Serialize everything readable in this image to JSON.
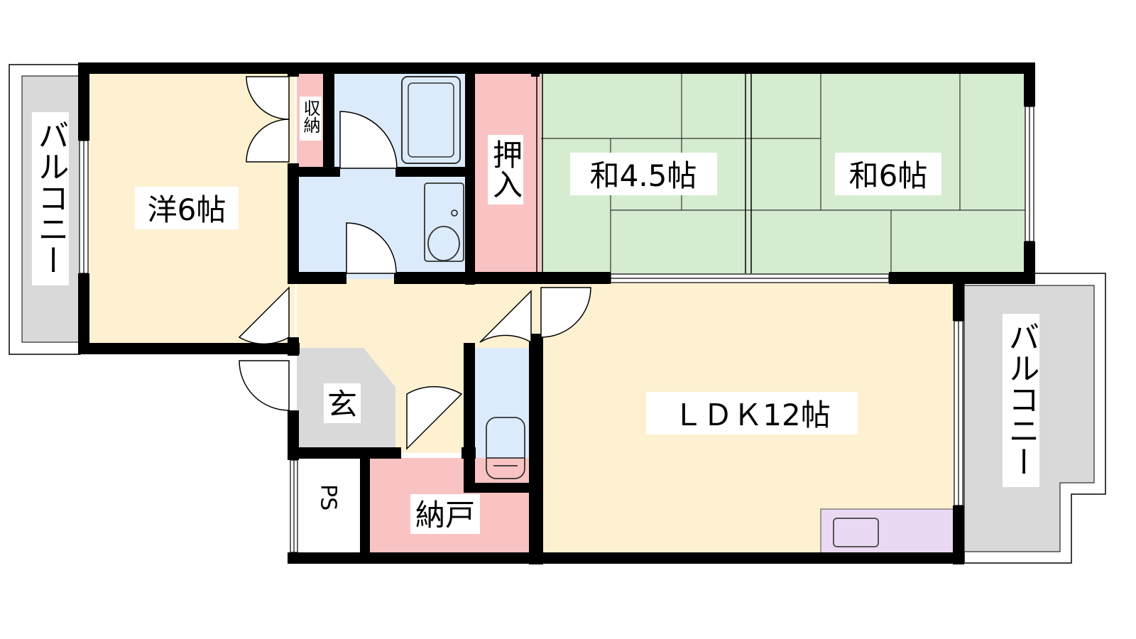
{
  "rooms": {
    "balcony_left": "バルコニー",
    "balcony_right": "バルコニー",
    "western": "洋6帖",
    "storage": "収納",
    "oshiire": "押入",
    "japanese_a": "和4.5帖",
    "japanese_b": "和6帖",
    "entrance": "玄",
    "ps": "PS",
    "nando": "納戸",
    "ldk": "ＬＤＫ12帖"
  },
  "colors": {
    "wall": "#000000",
    "western": "#fdf1d1",
    "wet": "#dcebfb",
    "oshiire": "#f9c3c3",
    "tatami": "#d5ecd0",
    "balcony": "#d9d9d9",
    "kitchen": "#ead9f3"
  }
}
